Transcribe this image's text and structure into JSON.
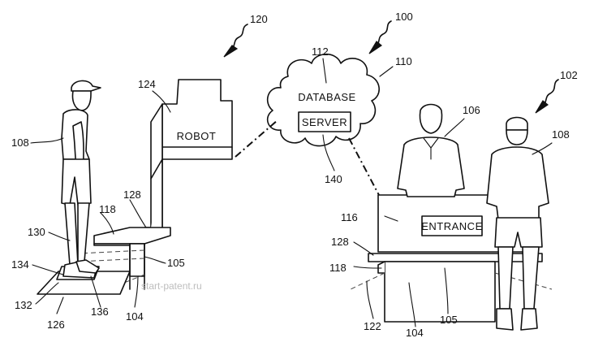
{
  "labels": {
    "robot": "ROBOT",
    "database": "DATABASE",
    "server": "SERVER",
    "entrance": "ENTRANCE"
  },
  "refs": {
    "r100": "100",
    "r102": "102",
    "r104_left": "104",
    "r104_right": "104",
    "r105_left": "105",
    "r105_right": "105",
    "r106": "106",
    "r108_left": "108",
    "r108_right": "108",
    "r110": "110",
    "r112": "112",
    "r116": "116",
    "r118_left": "118",
    "r118_right": "118",
    "r120": "120",
    "r122": "122",
    "r124": "124",
    "r126": "126",
    "r128_left": "128",
    "r128_right": "128",
    "r130": "130",
    "r132": "132",
    "r134": "134",
    "r136": "136",
    "r140": "140"
  },
  "watermark": "start-patent.ru"
}
